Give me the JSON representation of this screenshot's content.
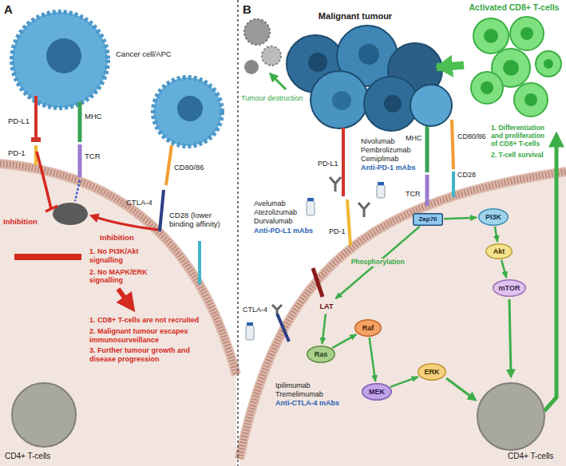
{
  "diagram": {
    "nodes": [
      {
        "text": [
          "Malignant tumour"
        ]
      },
      {
        "text": [
          "Activated CD8+ T-cells"
        ]
      },
      {
        "text": [
          "Zap70"
        ]
      },
      {
        "text": [
          "PI3K"
        ]
      },
      {
        "text": [
          "Akt"
        ]
      },
      {
        "text": [
          "mTOR"
        ]
      },
      {
        "text": [
          "LAT"
        ]
      },
      {
        "text": [
          "Ras"
        ]
      },
      {
        "text": [
          "Raf"
        ]
      },
      {
        "text": [
          "MEK"
        ]
      },
      {
        "text": [
          "ERK"
        ]
      }
    ],
    "edges": [
      {
        "from": 1,
        "to": 0,
        "arrow": "to"
      },
      {
        "from": 2,
        "to": 3,
        "arrow": "to"
      },
      {
        "from": 3,
        "to": 4,
        "arrow": "to"
      },
      {
        "from": 4,
        "to": 5,
        "arrow": "to"
      },
      {
        "from": 2,
        "to": 6,
        "label": "Phosphorylation",
        "arrow": "to"
      },
      {
        "from": 6,
        "to": 7,
        "arrow": "to"
      },
      {
        "from": 7,
        "to": 8,
        "arrow": "to"
      },
      {
        "from": 8,
        "to": 9,
        "arrow": "to"
      },
      {
        "from": 9,
        "to": 10,
        "arrow": "to"
      }
    ],
    "labels": [
      "A",
      "PD-L1",
      "MHC",
      "Cancer cell/APC",
      "PD-1",
      "TCR",
      "CD80/86",
      "CTLA-4",
      "CD28 (lower binding affinity)",
      "Inhibition",
      "Inhibition",
      "1. No PI3K/Akt signalling",
      "2. No MAPK/ERK signalling",
      "1. CD8+ T-cells are not recruited",
      "2. Malignant tumour escapes immunosurveillance",
      "3. Further tumour growth and disease progression",
      "CD4+ T-cells",
      "B",
      "Tumour destruction",
      "PD-L1",
      "MHC",
      "CD80/86",
      "TCR",
      "CD28",
      "PD-1",
      "Avelumab",
      "Atezolizumab",
      "Durvalumab",
      "Anti-PD-L1 mAbs",
      "Nivolumab",
      "Pembrolizumab",
      "Cemiplimab",
      "Anti-PD-1 mAbs",
      "1. Differentiation and proliferation of CD8+ T-cells",
      "2. T-cell survival",
      "CTLA-4",
      "Ipilimumab",
      "Tremelimumab",
      "Anti-CTLA-4 mAbs",
      "CD4+ T-cells"
    ]
  }
}
